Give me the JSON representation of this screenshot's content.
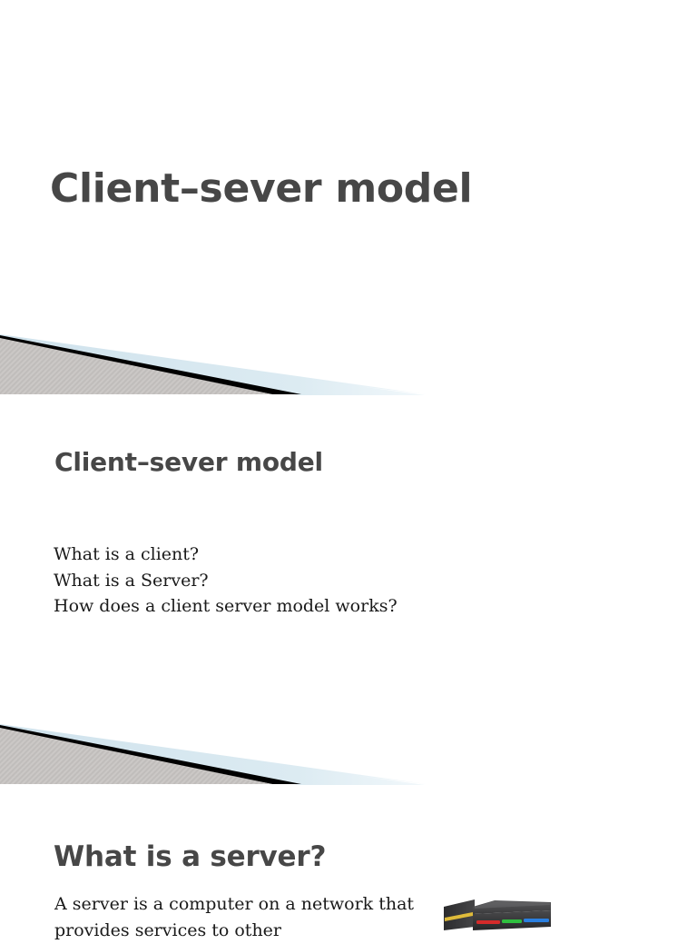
{
  "document": {
    "type": "presentation-slides",
    "page_background": "#ffffff"
  },
  "colors": {
    "heading_gray": "#474747",
    "body_black": "#1a1a1a",
    "banner_gray": "#c9c6c4",
    "banner_black": "#000000",
    "banner_blue": "#dbe8ef"
  },
  "slide1": {
    "title": "Client–sever model"
  },
  "banner1": {
    "name": "decorative-diagonal-banner"
  },
  "slide2": {
    "heading": "Client–sever model",
    "body_lines": [
      "What is a client?",
      "What is a Server?",
      "How does a client server model works?"
    ]
  },
  "banner2": {
    "name": "decorative-diagonal-banner"
  },
  "slide3": {
    "heading": "What is a server?",
    "body": " A server is a computer on a network that provides services to other",
    "image_alt": "server-rack-illustration",
    "image_light_colors": [
      "#e8c23a",
      "#d42a2a",
      "#2fbf3f",
      "#2a7fe0"
    ]
  }
}
